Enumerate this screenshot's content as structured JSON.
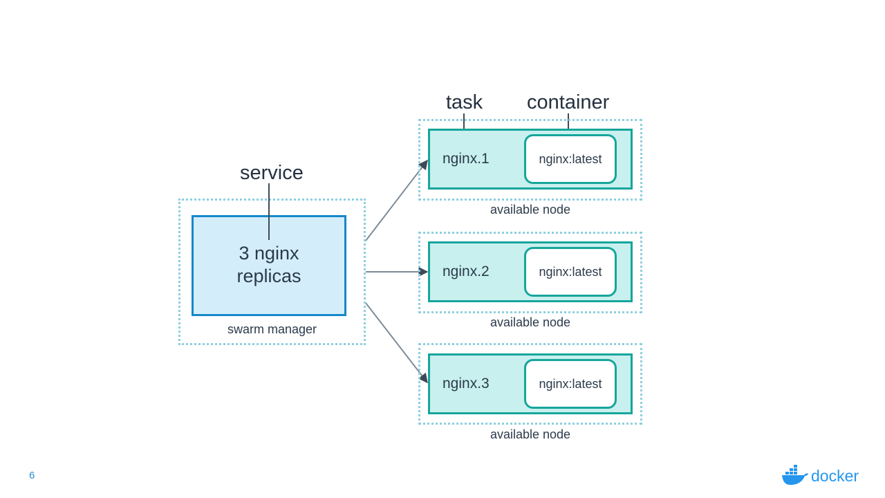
{
  "callouts": {
    "service": "service",
    "task": "task",
    "container": "container"
  },
  "manager": {
    "service_line1": "3 nginx",
    "service_line2": "replicas",
    "caption": "swarm manager"
  },
  "nodes": [
    {
      "task": "nginx.1",
      "container": "nginx:latest",
      "caption": "available node"
    },
    {
      "task": "nginx.2",
      "container": "nginx:latest",
      "caption": "available node"
    },
    {
      "task": "nginx.3",
      "container": "nginx:latest",
      "caption": "available node"
    }
  ],
  "footer": {
    "page_number": "6",
    "logo_text": "docker"
  },
  "colors": {
    "manager_fill": "#d3eefa",
    "manager_border": "#1587c8",
    "node_fill": "#c8f0ee",
    "node_border": "#16a59b",
    "dotted": "#8ecfe0",
    "brand": "#2496ed"
  }
}
